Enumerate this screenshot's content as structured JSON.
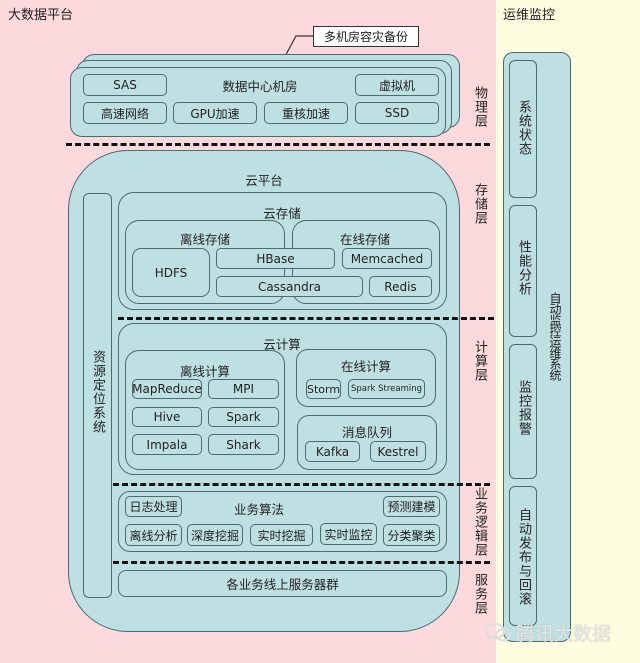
{
  "left_title": "大数据平台",
  "right_title": "运维监控",
  "physical": {
    "callout": "多机房容灾备份",
    "title": "数据中心机房",
    "items": [
      "SAS",
      "虚拟机",
      "高速网络",
      "GPU加速",
      "重核加速",
      "SSD"
    ],
    "layer": "物理层"
  },
  "cloud": {
    "title": "云平台",
    "resource": "资源定位系统",
    "storage": {
      "title": "云存储",
      "offline": "离线存储",
      "online": "在线存储",
      "items": [
        "HDFS",
        "HBase",
        "Memcached",
        "Cassandra",
        "Redis"
      ],
      "layer": "存储层"
    },
    "compute": {
      "title": "云计算",
      "offline": "离线计算",
      "offline_items": [
        "MapReduce",
        "MPI",
        "Hive",
        "Spark",
        "Impala",
        "Shark"
      ],
      "online": "在线计算",
      "online_items": [
        "Storm",
        "Spark Streaming"
      ],
      "mq": "消息队列",
      "mq_items": [
        "Kafka",
        "Kestrel"
      ],
      "layer": "计算层"
    },
    "business": {
      "title": "业务算法",
      "items": [
        "日志处理",
        "预测建模",
        "离线分析",
        "深度挖掘",
        "实时挖掘",
        "实时监控",
        "分类聚类"
      ],
      "layer": "业务逻辑层"
    },
    "service": {
      "title": "各业务线上服务器群",
      "layer": "服务层"
    }
  },
  "ops": {
    "title": "自动监控运维系统",
    "items": [
      "系统状态",
      "性能分析",
      "监控报警",
      "自动发布与回滚"
    ]
  },
  "watermark": "腾讯大数据"
}
